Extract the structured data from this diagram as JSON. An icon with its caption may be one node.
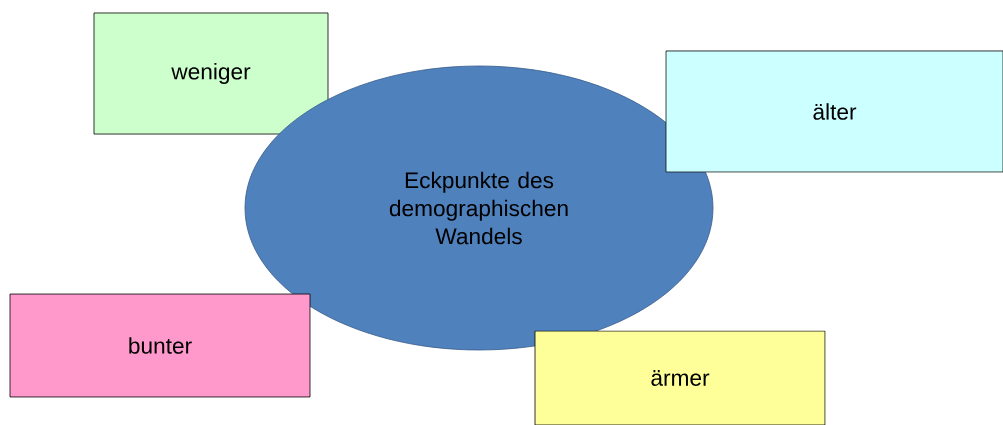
{
  "diagram": {
    "nodes": [
      {
        "text": [
          "weniger"
        ]
      },
      {
        "text": [
          "älter"
        ]
      },
      {
        "text": [
          "Eckpunkte des demographischen Wandels"
        ]
      },
      {
        "text": [
          "bunter"
        ]
      },
      {
        "text": [
          "ärmer"
        ]
      }
    ]
  }
}
